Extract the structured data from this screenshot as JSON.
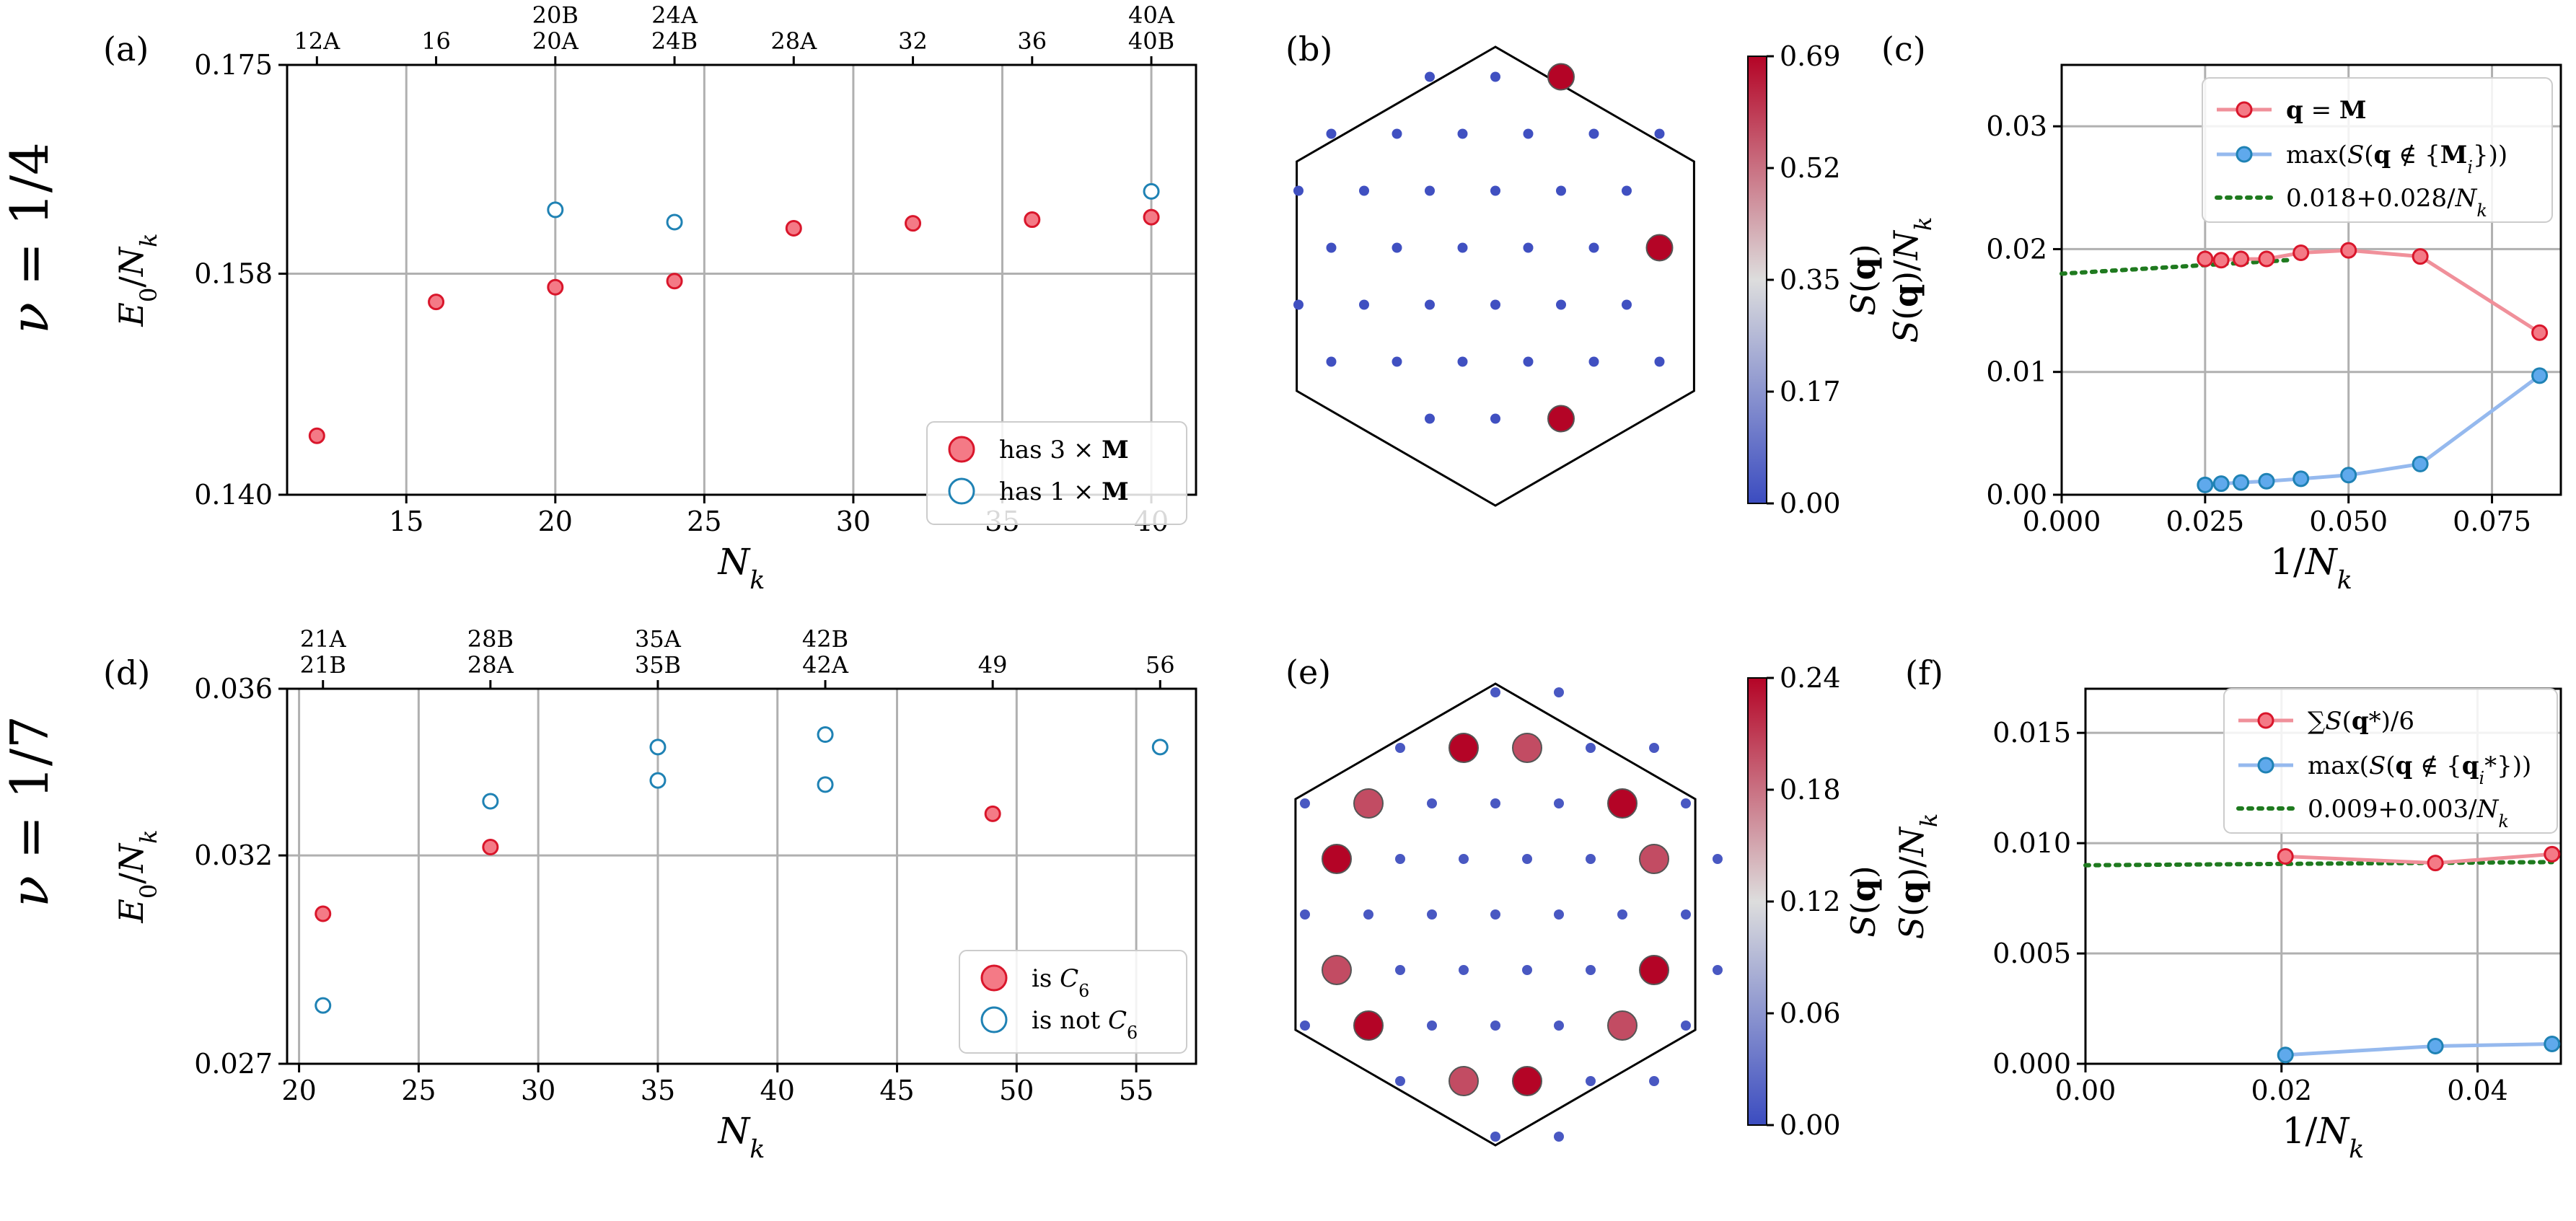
{
  "row_labels": [
    "ν = 1/4",
    "ν = 1/7"
  ],
  "colors": {
    "red_fill": "#f47a86",
    "red_edge": "#d9162b",
    "blue_edge": "#1f82b4",
    "line_red": "#f0909a",
    "line_blue": "#95b9ee",
    "blue_fill": "#5fa9ec",
    "fit_green": "#1f7a1f",
    "grid": "#b0b0b0"
  },
  "chart_data": [
    {
      "panel": "(a)",
      "type": "scatter",
      "xlabel": "N_k",
      "ylabel": "E_0/N_k",
      "xlim": [
        11,
        41.5
      ],
      "ylim": [
        0.14,
        0.175
      ],
      "xticks": [
        15,
        20,
        25,
        30,
        35,
        40
      ],
      "yticks": [
        0.14,
        0.158,
        0.175
      ],
      "ytick_labels": [
        "0.140",
        "0.158",
        "0.175"
      ],
      "top_ticks": [
        {
          "x": 12,
          "label": [
            "12A"
          ]
        },
        {
          "x": 16,
          "label": [
            "16"
          ]
        },
        {
          "x": 20,
          "label": [
            "20B",
            "20A"
          ]
        },
        {
          "x": 24,
          "label": [
            "24A",
            "24B"
          ]
        },
        {
          "x": 28,
          "label": [
            "28A"
          ]
        },
        {
          "x": 32,
          "label": [
            "32"
          ]
        },
        {
          "x": 36,
          "label": [
            "36"
          ]
        },
        {
          "x": 40,
          "label": [
            "40A",
            "40B"
          ]
        }
      ],
      "series": [
        {
          "name": "has 3 × M",
          "style": "filled",
          "x": [
            12,
            16,
            20,
            24,
            28,
            32,
            36,
            40
          ],
          "y": [
            0.1448,
            0.1557,
            0.1569,
            0.1574,
            0.1617,
            0.1621,
            0.1624,
            0.1626
          ]
        },
        {
          "name": "has 1 × M",
          "style": "open",
          "x": [
            20,
            24,
            40
          ],
          "y": [
            0.1632,
            0.1622,
            0.1647
          ]
        }
      ],
      "legend": "lower-right"
    },
    {
      "panel": "(b)",
      "type": "scatter",
      "colorbar_label": "S(q)",
      "colorbar_ticks": [
        "0.00",
        "0.17",
        "0.35",
        "0.52",
        "0.69"
      ],
      "colorbar_range": [
        0,
        0.69
      ],
      "points": [
        {
          "x": -2,
          "y": 7,
          "v": 0.01
        },
        {
          "x": 0,
          "y": 7,
          "v": 0.01
        },
        {
          "x": 2,
          "y": 7,
          "v": 0.69
        },
        {
          "x": -5,
          "y": 5,
          "v": 0.01
        },
        {
          "x": -3,
          "y": 5,
          "v": 0.01
        },
        {
          "x": -1,
          "y": 5,
          "v": 0.01
        },
        {
          "x": 1,
          "y": 5,
          "v": 0.01
        },
        {
          "x": 3,
          "y": 5,
          "v": 0.01
        },
        {
          "x": 5,
          "y": 5,
          "v": 0.01
        },
        {
          "x": -6,
          "y": 3,
          "v": 0.01
        },
        {
          "x": -4,
          "y": 3,
          "v": 0.01
        },
        {
          "x": -2,
          "y": 3,
          "v": 0.01
        },
        {
          "x": 0,
          "y": 3,
          "v": 0.01
        },
        {
          "x": 2,
          "y": 3,
          "v": 0.01
        },
        {
          "x": 4,
          "y": 3,
          "v": 0.01
        },
        {
          "x": -5,
          "y": 1,
          "v": 0.01
        },
        {
          "x": -3,
          "y": 1,
          "v": 0.01
        },
        {
          "x": -1,
          "y": 1,
          "v": 0.01
        },
        {
          "x": 1,
          "y": 1,
          "v": 0.01
        },
        {
          "x": 3,
          "y": 1,
          "v": 0.01
        },
        {
          "x": 5,
          "y": 1,
          "v": 0.69
        },
        {
          "x": -6,
          "y": -1,
          "v": 0.01
        },
        {
          "x": -4,
          "y": -1,
          "v": 0.01
        },
        {
          "x": -2,
          "y": -1,
          "v": 0.01
        },
        {
          "x": 0,
          "y": -1,
          "v": 0.01
        },
        {
          "x": 2,
          "y": -1,
          "v": 0.01
        },
        {
          "x": 4,
          "y": -1,
          "v": 0.01
        },
        {
          "x": -5,
          "y": -3,
          "v": 0.01
        },
        {
          "x": -3,
          "y": -3,
          "v": 0.01
        },
        {
          "x": -1,
          "y": -3,
          "v": 0.01
        },
        {
          "x": 1,
          "y": -3,
          "v": 0.01
        },
        {
          "x": 3,
          "y": -3,
          "v": 0.01
        },
        {
          "x": 5,
          "y": -3,
          "v": 0.01
        },
        {
          "x": -2,
          "y": -5,
          "v": 0.01
        },
        {
          "x": 0,
          "y": -5,
          "v": 0.01
        },
        {
          "x": 2,
          "y": -5,
          "v": 0.69
        }
      ]
    },
    {
      "panel": "(c)",
      "type": "line",
      "xlabel": "1/N_k",
      "ylabel": "S(q)/N_k",
      "xlim": [
        0,
        0.087
      ],
      "ylim": [
        0,
        0.035
      ],
      "xticks": [
        0.0,
        0.025,
        0.05,
        0.075
      ],
      "xtick_labels": [
        "0.000",
        "0.025",
        "0.050",
        "0.075"
      ],
      "yticks": [
        0.0,
        0.01,
        0.02,
        0.03
      ],
      "ytick_labels": [
        "0.00",
        "0.01",
        "0.02",
        "0.03"
      ],
      "series": [
        {
          "name": "q = M",
          "color": "red",
          "x": [
            0.025,
            0.0278,
            0.03125,
            0.0357,
            0.0417,
            0.05,
            0.0625,
            0.0833
          ],
          "y": [
            0.0192,
            0.0191,
            0.0192,
            0.0192,
            0.0197,
            0.0199,
            0.0194,
            0.0132
          ]
        },
        {
          "name": "max(S(q ∉ {M_i}))",
          "color": "blue",
          "x": [
            0.025,
            0.0278,
            0.03125,
            0.0357,
            0.0417,
            0.05,
            0.0625,
            0.0833
          ],
          "y": [
            0.0008,
            0.0009,
            0.001,
            0.0011,
            0.0013,
            0.0016,
            0.0025,
            0.0097
          ]
        }
      ],
      "fit": {
        "name": "0.018+0.028/N_k",
        "a": 0.018,
        "b": 0.028,
        "x_range": [
          0,
          0.04
        ]
      },
      "legend": "top-right"
    },
    {
      "panel": "(d)",
      "type": "scatter",
      "xlabel": "N_k",
      "ylabel": "E_0/N_k",
      "xlim": [
        19.5,
        57.5
      ],
      "ylim": [
        0.027,
        0.036
      ],
      "xticks": [
        20,
        25,
        30,
        35,
        40,
        45,
        50,
        55
      ],
      "yticks": [
        0.027,
        0.032,
        0.036
      ],
      "ytick_labels": [
        "0.027",
        "0.032",
        "0.036"
      ],
      "top_ticks": [
        {
          "x": 21,
          "label": [
            "21A",
            "21B"
          ]
        },
        {
          "x": 28,
          "label": [
            "28B",
            "28A"
          ]
        },
        {
          "x": 35,
          "label": [
            "35A",
            "35B"
          ]
        },
        {
          "x": 42,
          "label": [
            "42B",
            "42A"
          ]
        },
        {
          "x": 49,
          "label": [
            "49"
          ]
        },
        {
          "x": 56,
          "label": [
            "56"
          ]
        }
      ],
      "series": [
        {
          "name": "is C6",
          "style": "filled",
          "x": [
            21,
            28,
            49
          ],
          "y": [
            0.0306,
            0.0322,
            0.033
          ]
        },
        {
          "name": "is not C6",
          "style": "open",
          "x": [
            21,
            28,
            35,
            35,
            42,
            42
          ],
          "y": [
            0.0284,
            0.0333,
            0.0346,
            0.0338,
            0.0349,
            0.0337
          ]
        }
      ],
      "extra_point": {
        "x": 56,
        "y": 0.0346
      },
      "legend": "lower-right"
    },
    {
      "panel": "(e)",
      "type": "scatter",
      "colorbar_label": "S(q)",
      "colorbar_ticks": [
        "0.00",
        "0.06",
        "0.12",
        "0.18",
        "0.24"
      ],
      "colorbar_range": [
        0,
        0.24
      ],
      "points": [
        {
          "x": 0,
          "y": 8,
          "v": 0.01
        },
        {
          "x": 2,
          "y": 8,
          "v": 0.01
        },
        {
          "x": -3,
          "y": 6,
          "v": 0.01
        },
        {
          "x": -1,
          "y": 6,
          "v": 0.24
        },
        {
          "x": 1,
          "y": 6,
          "v": 0.2
        },
        {
          "x": 3,
          "y": 6,
          "v": 0.01
        },
        {
          "x": 5,
          "y": 6,
          "v": 0.01
        },
        {
          "x": -6,
          "y": 4,
          "v": 0.01
        },
        {
          "x": -4,
          "y": 4,
          "v": 0.2
        },
        {
          "x": -2,
          "y": 4,
          "v": 0.01
        },
        {
          "x": 0,
          "y": 4,
          "v": 0.01
        },
        {
          "x": 2,
          "y": 4,
          "v": 0.01
        },
        {
          "x": 4,
          "y": 4,
          "v": 0.24
        },
        {
          "x": 6,
          "y": 4,
          "v": 0.01
        },
        {
          "x": -5,
          "y": 2,
          "v": 0.24
        },
        {
          "x": -3,
          "y": 2,
          "v": 0.01
        },
        {
          "x": -1,
          "y": 2,
          "v": 0.01
        },
        {
          "x": 1,
          "y": 2,
          "v": 0.01
        },
        {
          "x": 3,
          "y": 2,
          "v": 0.01
        },
        {
          "x": 5,
          "y": 2,
          "v": 0.2
        },
        {
          "x": 7,
          "y": 2,
          "v": 0.01
        },
        {
          "x": -6,
          "y": 0,
          "v": 0.01
        },
        {
          "x": -4,
          "y": 0,
          "v": 0.01
        },
        {
          "x": -2,
          "y": 0,
          "v": 0.01
        },
        {
          "x": 0,
          "y": 0,
          "v": 0.01
        },
        {
          "x": 2,
          "y": 0,
          "v": 0.01
        },
        {
          "x": 4,
          "y": 0,
          "v": 0.01
        },
        {
          "x": 6,
          "y": 0,
          "v": 0.01
        },
        {
          "x": -5,
          "y": -2,
          "v": 0.2
        },
        {
          "x": -3,
          "y": -2,
          "v": 0.01
        },
        {
          "x": -1,
          "y": -2,
          "v": 0.01
        },
        {
          "x": 1,
          "y": -2,
          "v": 0.01
        },
        {
          "x": 3,
          "y": -2,
          "v": 0.01
        },
        {
          "x": 5,
          "y": -2,
          "v": 0.24
        },
        {
          "x": 7,
          "y": -2,
          "v": 0.01
        },
        {
          "x": -6,
          "y": -4,
          "v": 0.01
        },
        {
          "x": -4,
          "y": -4,
          "v": 0.24
        },
        {
          "x": -2,
          "y": -4,
          "v": 0.01
        },
        {
          "x": 0,
          "y": -4,
          "v": 0.01
        },
        {
          "x": 2,
          "y": -4,
          "v": 0.01
        },
        {
          "x": 4,
          "y": -4,
          "v": 0.2
        },
        {
          "x": 6,
          "y": -4,
          "v": 0.01
        },
        {
          "x": -3,
          "y": -6,
          "v": 0.01
        },
        {
          "x": -1,
          "y": -6,
          "v": 0.2
        },
        {
          "x": 1,
          "y": -6,
          "v": 0.24
        },
        {
          "x": 3,
          "y": -6,
          "v": 0.01
        },
        {
          "x": 5,
          "y": -6,
          "v": 0.01
        },
        {
          "x": 0,
          "y": -8,
          "v": 0.01
        },
        {
          "x": 2,
          "y": -8,
          "v": 0.01
        }
      ]
    },
    {
      "panel": "(f)",
      "type": "line",
      "xlabel": "1/N_k",
      "ylabel": "S(q)/N_k",
      "xlim": [
        0,
        0.0485
      ],
      "ylim": [
        0,
        0.017
      ],
      "xticks": [
        0.0,
        0.02,
        0.04
      ],
      "xtick_labels": [
        "0.00",
        "0.02",
        "0.04"
      ],
      "yticks": [
        0.0,
        0.005,
        0.01,
        0.015
      ],
      "ytick_labels": [
        "0.000",
        "0.005",
        "0.010",
        "0.015"
      ],
      "series": [
        {
          "name": "∑S(q*)/6",
          "color": "red",
          "x": [
            0.0204,
            0.0357,
            0.0476
          ],
          "y": [
            0.0094,
            0.0091,
            0.0095
          ]
        },
        {
          "name": "max(S(q ∉ {q_i*}))",
          "color": "blue",
          "x": [
            0.0204,
            0.0357,
            0.0476
          ],
          "y": [
            0.0004,
            0.0008,
            0.0009
          ]
        }
      ],
      "fit": {
        "name": "0.009+0.003/N_k",
        "a": 0.009,
        "b": 0.003,
        "x_range": [
          0,
          0.0476
        ]
      },
      "legend": "top-right"
    }
  ]
}
